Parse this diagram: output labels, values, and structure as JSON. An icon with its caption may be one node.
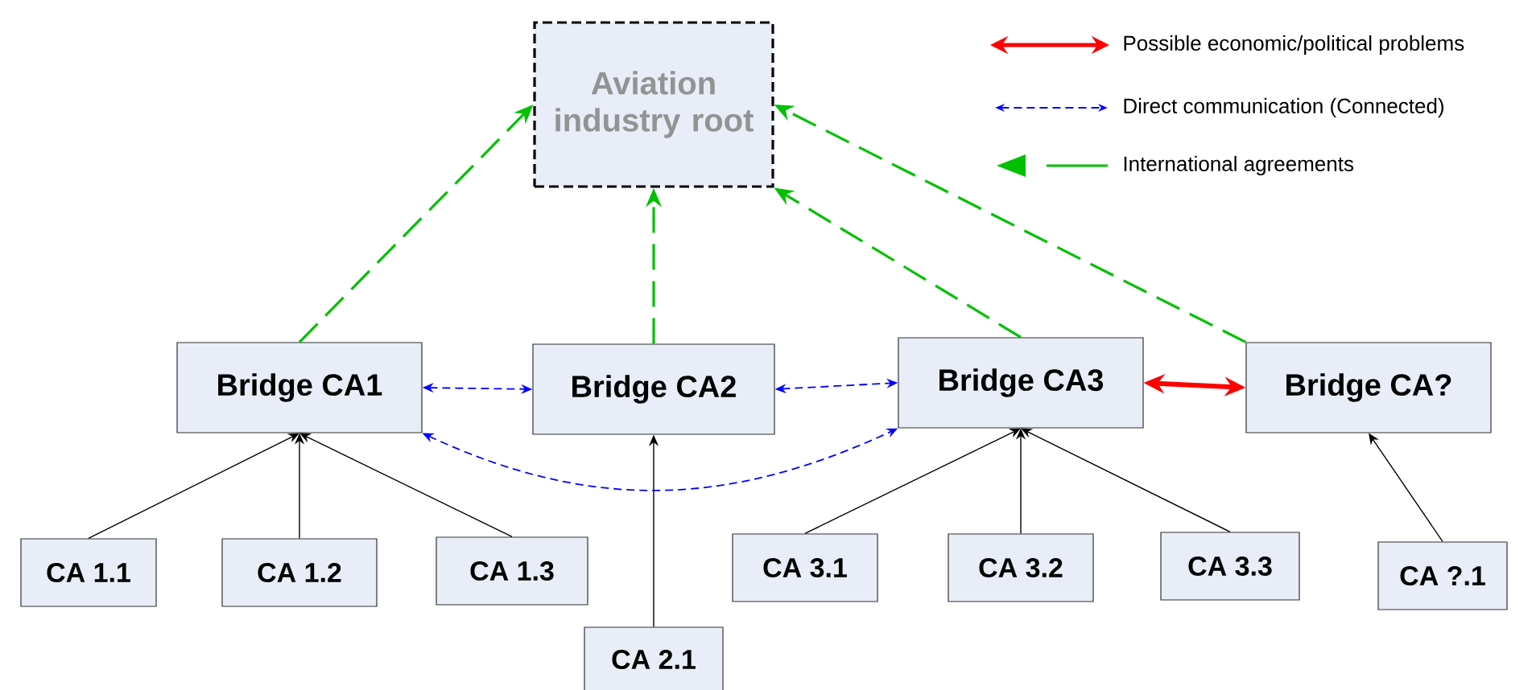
{
  "diagram": {
    "nodes": [
      {
        "text": [
          "Aviation industry root"
        ]
      },
      {
        "text": [
          "Bridge CA1"
        ]
      },
      {
        "text": [
          "Bridge CA2"
        ]
      },
      {
        "text": [
          "Bridge CA3"
        ]
      },
      {
        "text": [
          "Bridge CA?"
        ]
      },
      {
        "text": [
          "CA 1.1"
        ]
      },
      {
        "text": [
          "CA 1.2"
        ]
      },
      {
        "text": [
          "CA 1.3"
        ]
      },
      {
        "text": [
          "CA 2.1"
        ]
      },
      {
        "text": [
          "CA 3.1"
        ]
      },
      {
        "text": [
          "CA 3.2"
        ]
      },
      {
        "text": [
          "CA 3.3"
        ]
      },
      {
        "text": [
          "CA ?.1"
        ]
      }
    ],
    "edges": [
      {
        "from": 1,
        "to": 0,
        "arrow": "to",
        "style": "dashed",
        "color": "#00c000"
      },
      {
        "from": 2,
        "to": 0,
        "arrow": "to",
        "style": "dashed",
        "color": "#00c000"
      },
      {
        "from": 3,
        "to": 0,
        "arrow": "to",
        "style": "dashed",
        "color": "#00c000"
      },
      {
        "from": 4,
        "to": 0,
        "arrow": "to",
        "style": "dashed",
        "color": "#00c000"
      },
      {
        "from": 1,
        "to": 2,
        "arrow": "both",
        "style": "dashed",
        "color": "#0000ff"
      },
      {
        "from": 2,
        "to": 3,
        "arrow": "both",
        "style": "dashed",
        "color": "#0000ff"
      },
      {
        "from": 1,
        "to": 3,
        "arrow": "both",
        "style": "dashed",
        "color": "#0000ff"
      },
      {
        "from": 3,
        "to": 4,
        "arrow": "both",
        "style": "thick",
        "color": "#ff0000"
      },
      {
        "from": 5,
        "to": 1,
        "arrow": "to"
      },
      {
        "from": 6,
        "to": 1,
        "arrow": "to"
      },
      {
        "from": 7,
        "to": 1,
        "arrow": "to"
      },
      {
        "from": 8,
        "to": 2,
        "arrow": "to"
      },
      {
        "from": 9,
        "to": 3,
        "arrow": "to"
      },
      {
        "from": 10,
        "to": 3,
        "arrow": "to"
      },
      {
        "from": 11,
        "to": 3,
        "arrow": "to"
      },
      {
        "from": 12,
        "to": 4,
        "arrow": "to"
      }
    ],
    "legend": [
      {
        "text": "Possible economic/political problems"
      },
      {
        "text": "Direct communication (Connected)"
      },
      {
        "text": "International  agreements"
      }
    ]
  }
}
